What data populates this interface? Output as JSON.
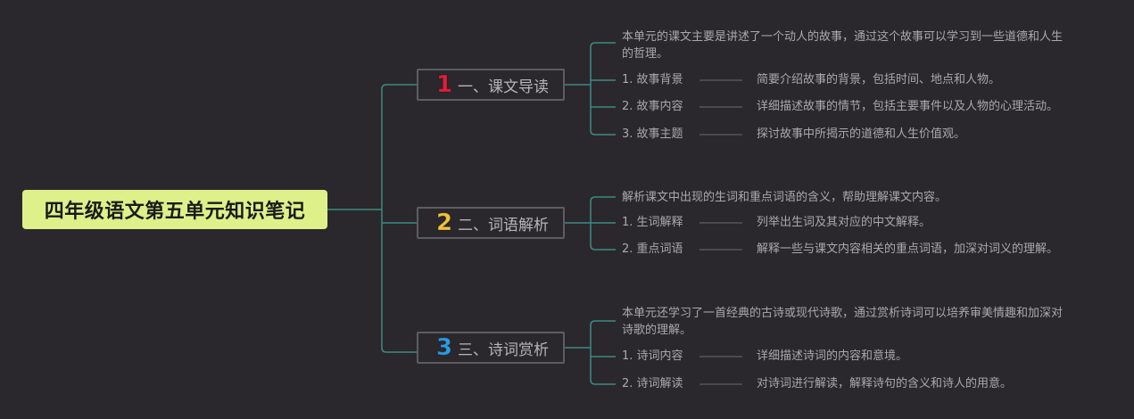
{
  "root": {
    "title": "四年级语文第五单元知识笔记"
  },
  "colors": {
    "background": "#2b282d",
    "root_fill": "#def08a",
    "connector": "#3d8a82",
    "branch_border": "#5a5e63",
    "sub_connector": "#5a5e63",
    "text": "#a9a9a9"
  },
  "branches": [
    {
      "number": "1",
      "number_color": "#e0203a",
      "label": "一、课文导读",
      "description": "本单元的课文主要是讲述了一个动人的故事，通过这个故事可以学习到一些道德和人生的哲理。",
      "items": [
        {
          "label": "1. 故事背景",
          "detail": "简要介绍故事的背景，包括时间、地点和人物。"
        },
        {
          "label": "2. 故事内容",
          "detail": "详细描述故事的情节，包括主要事件以及人物的心理活动。"
        },
        {
          "label": "3. 故事主题",
          "detail": "探讨故事中所揭示的道德和人生价值观。"
        }
      ]
    },
    {
      "number": "2",
      "number_color": "#f2c33d",
      "label": "二、词语解析",
      "description": "解析课文中出现的生词和重点词语的含义，帮助理解课文内容。",
      "items": [
        {
          "label": "1. 生词解释",
          "detail": "列举出生词及其对应的中文解释。"
        },
        {
          "label": "2. 重点词语",
          "detail": "解释一些与课文内容相关的重点词语，加深对词义的理解。"
        }
      ]
    },
    {
      "number": "3",
      "number_color": "#2d9be0",
      "label": "三、诗词赏析",
      "description": "本单元还学习了一首经典的古诗或现代诗歌，通过赏析诗词可以培养审美情趣和加深对诗歌的理解。",
      "items": [
        {
          "label": "1. 诗词内容",
          "detail": "详细描述诗词的内容和意境。"
        },
        {
          "label": "2. 诗词解读",
          "detail": "对诗词进行解读，解释诗句的含义和诗人的用意。"
        }
      ]
    }
  ]
}
